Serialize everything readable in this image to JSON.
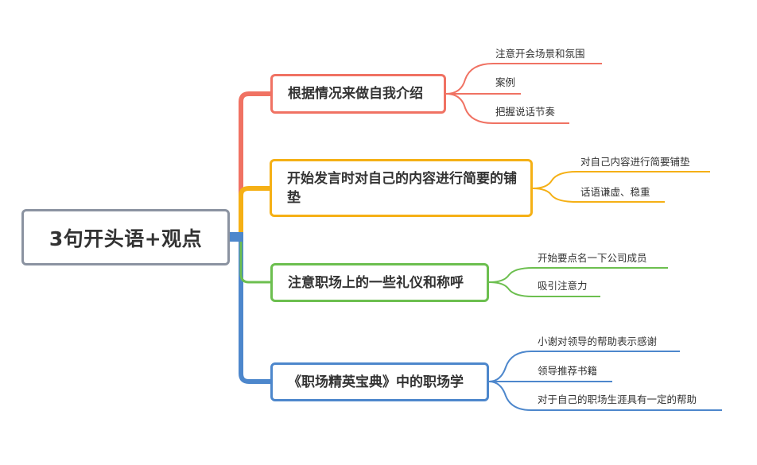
{
  "mindmap": {
    "root": {
      "label": "3句开头语+观点",
      "color": "#8b93a1"
    },
    "branches": [
      {
        "label": "根据情况来做自我介绍",
        "color": "#f07263",
        "leaves": [
          "注意开会场景和氛围",
          "案例",
          "把握说话节奏"
        ]
      },
      {
        "label": "开始发言时对自己的内容进行简要的铺垫",
        "color": "#f5b015",
        "leaves": [
          "对自己内容进行简要铺垫",
          "话语谦虚、稳重"
        ]
      },
      {
        "label": "注意职场上的一些礼仪和称呼",
        "color": "#6cbf4f",
        "leaves": [
          "开始要点名一下公司成员",
          "吸引注意力"
        ]
      },
      {
        "label": "《职场精英宝典》中的职场学",
        "color": "#4d87cc",
        "leaves": [
          "小谢对领导的帮助表示感谢",
          "领导推荐书籍",
          "对于自己的职场生涯具有一定的帮助"
        ]
      }
    ]
  }
}
